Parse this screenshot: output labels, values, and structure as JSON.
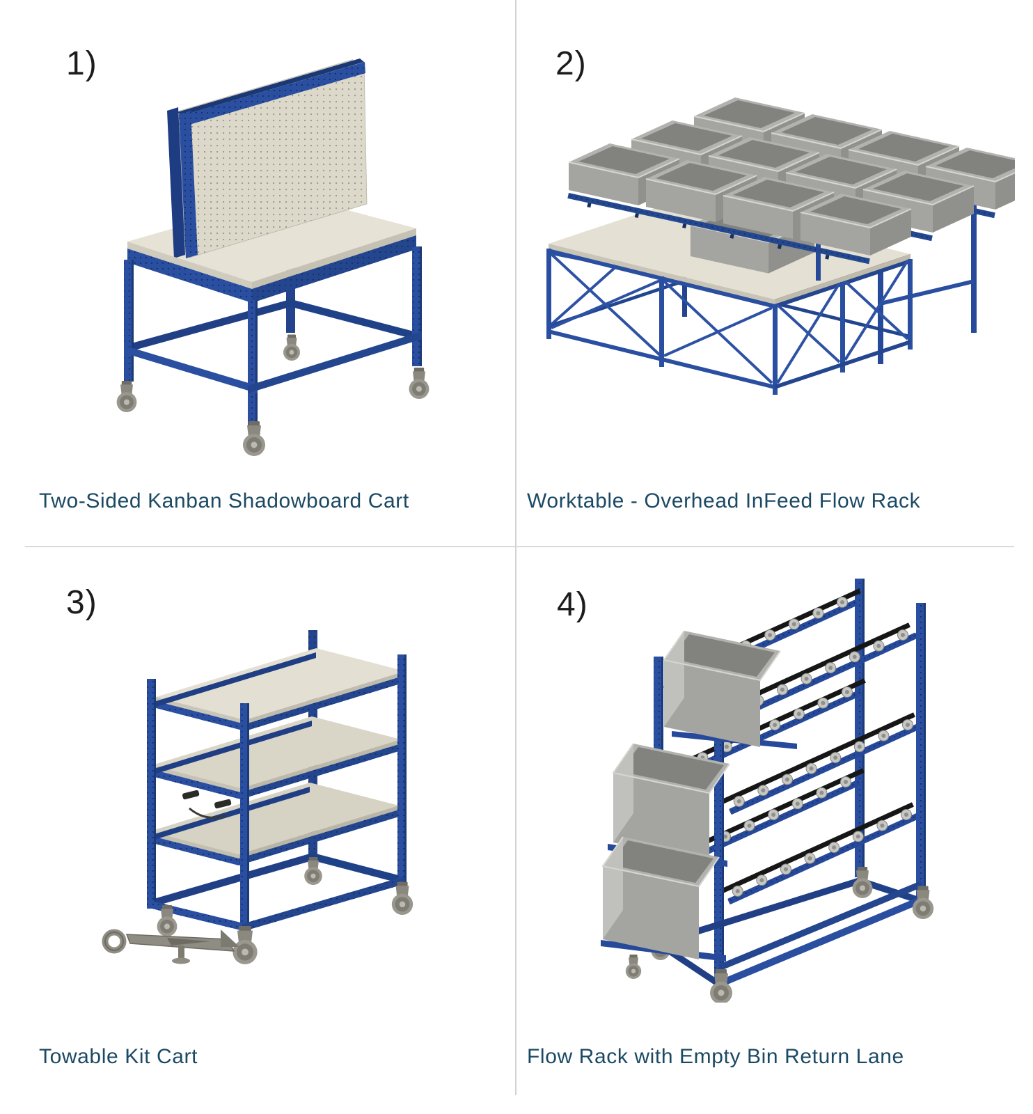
{
  "page": {
    "background_color": "#ffffff",
    "divider_color": "#d2d2d2"
  },
  "products": [
    {
      "number_label": "1)",
      "caption": "Two-Sided Kanban Shadowboard Cart"
    },
    {
      "number_label": "2)",
      "caption": "Worktable - Overhead InFeed Flow Rack"
    },
    {
      "number_label": "3)",
      "caption": "Towable Kit Cart"
    },
    {
      "number_label": "4)",
      "caption": "Flow Rack with Empty Bin Return Lane"
    }
  ],
  "colors": {
    "caption_text": "#1b4963",
    "number_text": "#1c1c1c",
    "frame_blue": "#2a4fa0",
    "frame_blue_dark": "#1b3a78",
    "worktop_beige": "#e3dfd2",
    "pegboard_beige": "#dcd8ca",
    "bin_gray": "#a4a4a0",
    "roller_silver": "#c7c7c3",
    "guide_black": "#161616",
    "caster_gray": "#9a978e"
  }
}
